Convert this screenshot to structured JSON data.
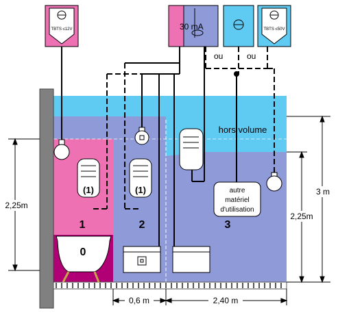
{
  "zones": {
    "zone0": "0",
    "zone1": "1",
    "zone2": "2",
    "zone3": "3",
    "hors_volume": "hors volume"
  },
  "devices": {
    "rcd_label": "30 mA",
    "transformer_label_12v": "TBTS ≤12V",
    "transformer_label_50v": "TBTS ≤50V",
    "ou_left": "ou",
    "ou_right": "ou",
    "heater_mark_1": "(1)",
    "heater_mark_2": "(1)",
    "other_equipment": [
      "autre",
      "matériel",
      "d'utilisation"
    ]
  },
  "dimensions": {
    "h_225_left": "2,25m",
    "h_225_right": "2,25m",
    "h_3m": "3 m",
    "w_06": "0,6 m",
    "w_240": "2,40 m"
  },
  "colors": {
    "zone1": "#ee71b4",
    "zone0": "#b10075",
    "zone2": "#8f9ad8",
    "hors_volume": "#5fcaf2",
    "wall": "#808080"
  }
}
